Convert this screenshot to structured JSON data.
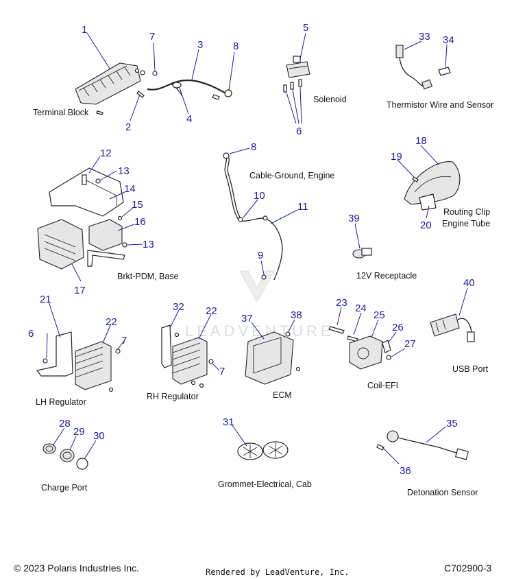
{
  "diagram": {
    "captions": {
      "terminal_block": "Terminal Block",
      "solenoid": "Solenoid",
      "thermistor": "Thermistor Wire and Sensor",
      "cable_ground": "Cable-Ground, Engine",
      "routing_clip_1": "Routing Clip",
      "routing_clip_2": "Engine Tube",
      "brkt_pdm": "Brkt-PDM, Base",
      "receptacle": "12V Receptacle",
      "lh_regulator": "LH Regulator",
      "rh_regulator": "RH Regulator",
      "ecm": "ECM",
      "coil_efi": "Coil-EFI",
      "usb_port": "USB Port",
      "charge_port": "Charge Port",
      "grommet": "Grommet-Electrical, Cab",
      "detonation": "Detonation Sensor"
    },
    "callouts": {
      "c1": "1",
      "c2": "2",
      "c3": "3",
      "c4": "4",
      "c5": "5",
      "c6a": "6",
      "c6b": "6",
      "c7a": "7",
      "c7b": "7",
      "c7c": "7",
      "c8a": "8",
      "c8b": "8",
      "c9": "9",
      "c10": "10",
      "c11": "11",
      "c12": "12",
      "c13a": "13",
      "c13b": "13",
      "c14": "14",
      "c15": "15",
      "c16": "16",
      "c17": "17",
      "c18": "18",
      "c19": "19",
      "c20": "20",
      "c21": "21",
      "c22a": "22",
      "c22b": "22",
      "c23": "23",
      "c24": "24",
      "c25": "25",
      "c26": "26",
      "c27": "27",
      "c28": "28",
      "c29": "29",
      "c30": "30",
      "c31": "31",
      "c32": "32",
      "c33": "33",
      "c34": "34",
      "c35": "35",
      "c36": "36",
      "c37": "37",
      "c38": "38",
      "c39": "39",
      "c40": "40"
    },
    "watermark": "LEADVENTURE"
  },
  "footer": {
    "copyright": "© 2023 Polaris Industries Inc.",
    "rendered_by": "Rendered by LeadVenture, Inc.",
    "code": "C702900-3"
  }
}
